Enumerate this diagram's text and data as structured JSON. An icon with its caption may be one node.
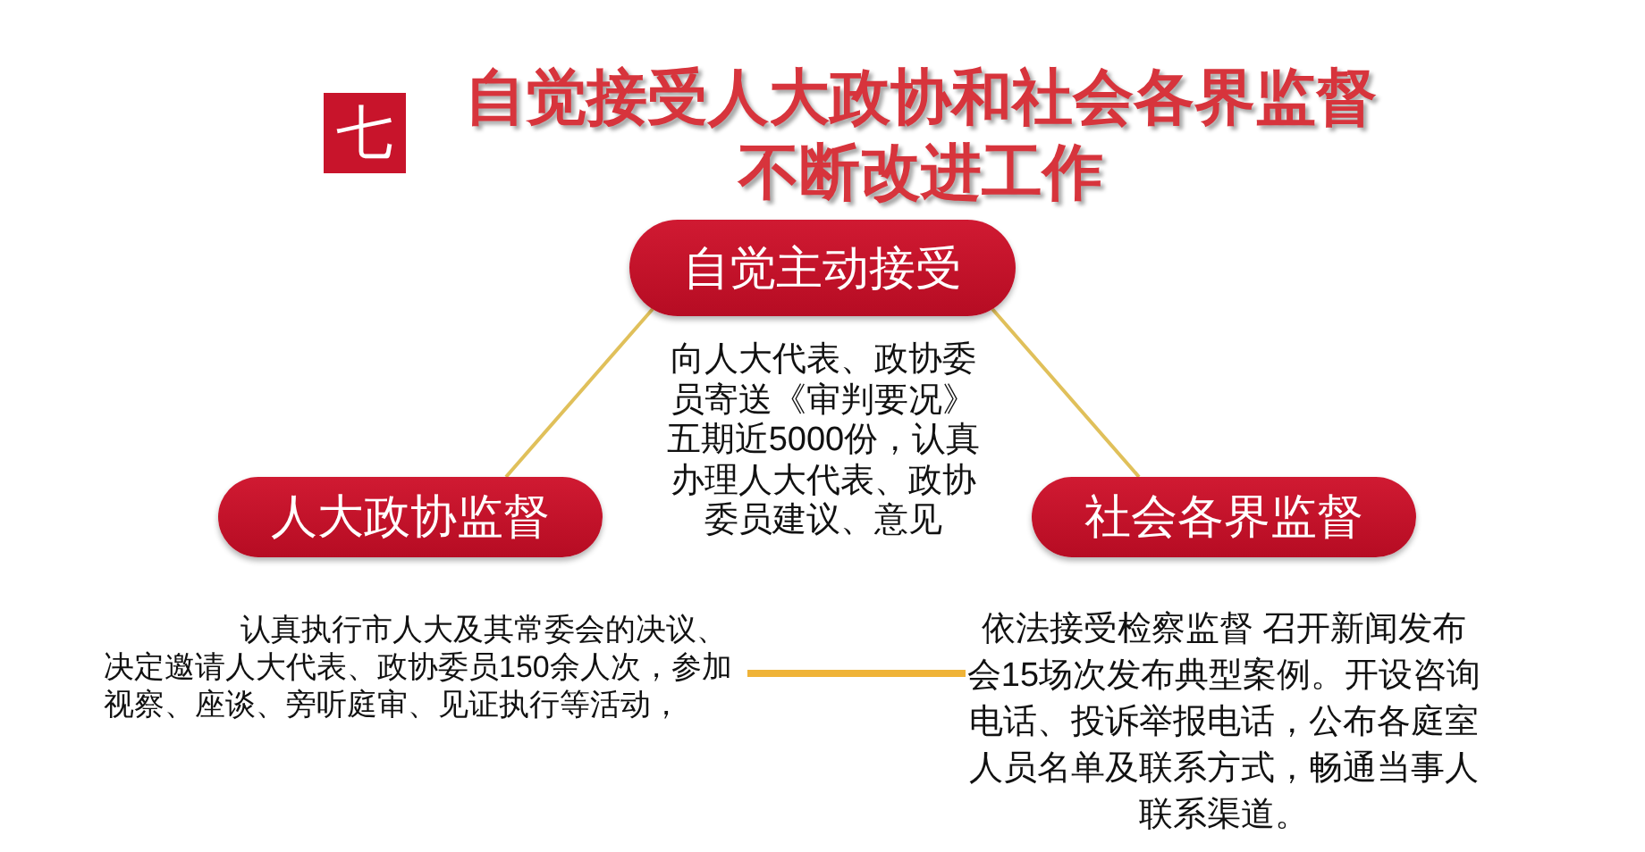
{
  "diagram": {
    "title": "自觉接受人大政协和社会各界监督不断改进工作",
    "nodes": [
      {
        "text": [
          "七"
        ]
      },
      {
        "text": [
          "自觉主动接受"
        ],
        "beside": [
          "向人大代表、政协委员寄送《审判要况》五期近5000份，认真办理人大代表、政协委员建议、意见"
        ]
      },
      {
        "text": [
          "人大政协监督"
        ]
      },
      {
        "text": [
          "社会各界监督"
        ]
      },
      {
        "text": [
          "认真执行市人大及其常委会的决议、决定邀请人大代表、政协委员150余人次，参加视察、座谈、旁听庭审、见证执行等活动，"
        ]
      },
      {
        "text": [
          "依法接受检察监督 召开新闻发布会15场次发布典型案例。开设咨询电话、投诉举报电话，公布各庭室人员名单及联系方式，畅通当事人联系渠道。"
        ]
      }
    ],
    "edges": [
      {
        "from": 1,
        "to": 2,
        "arrow": "none"
      },
      {
        "from": 1,
        "to": 3,
        "arrow": "none"
      },
      {
        "from": 4,
        "to": 5,
        "arrow": "none",
        "style": "thick"
      }
    ]
  }
}
